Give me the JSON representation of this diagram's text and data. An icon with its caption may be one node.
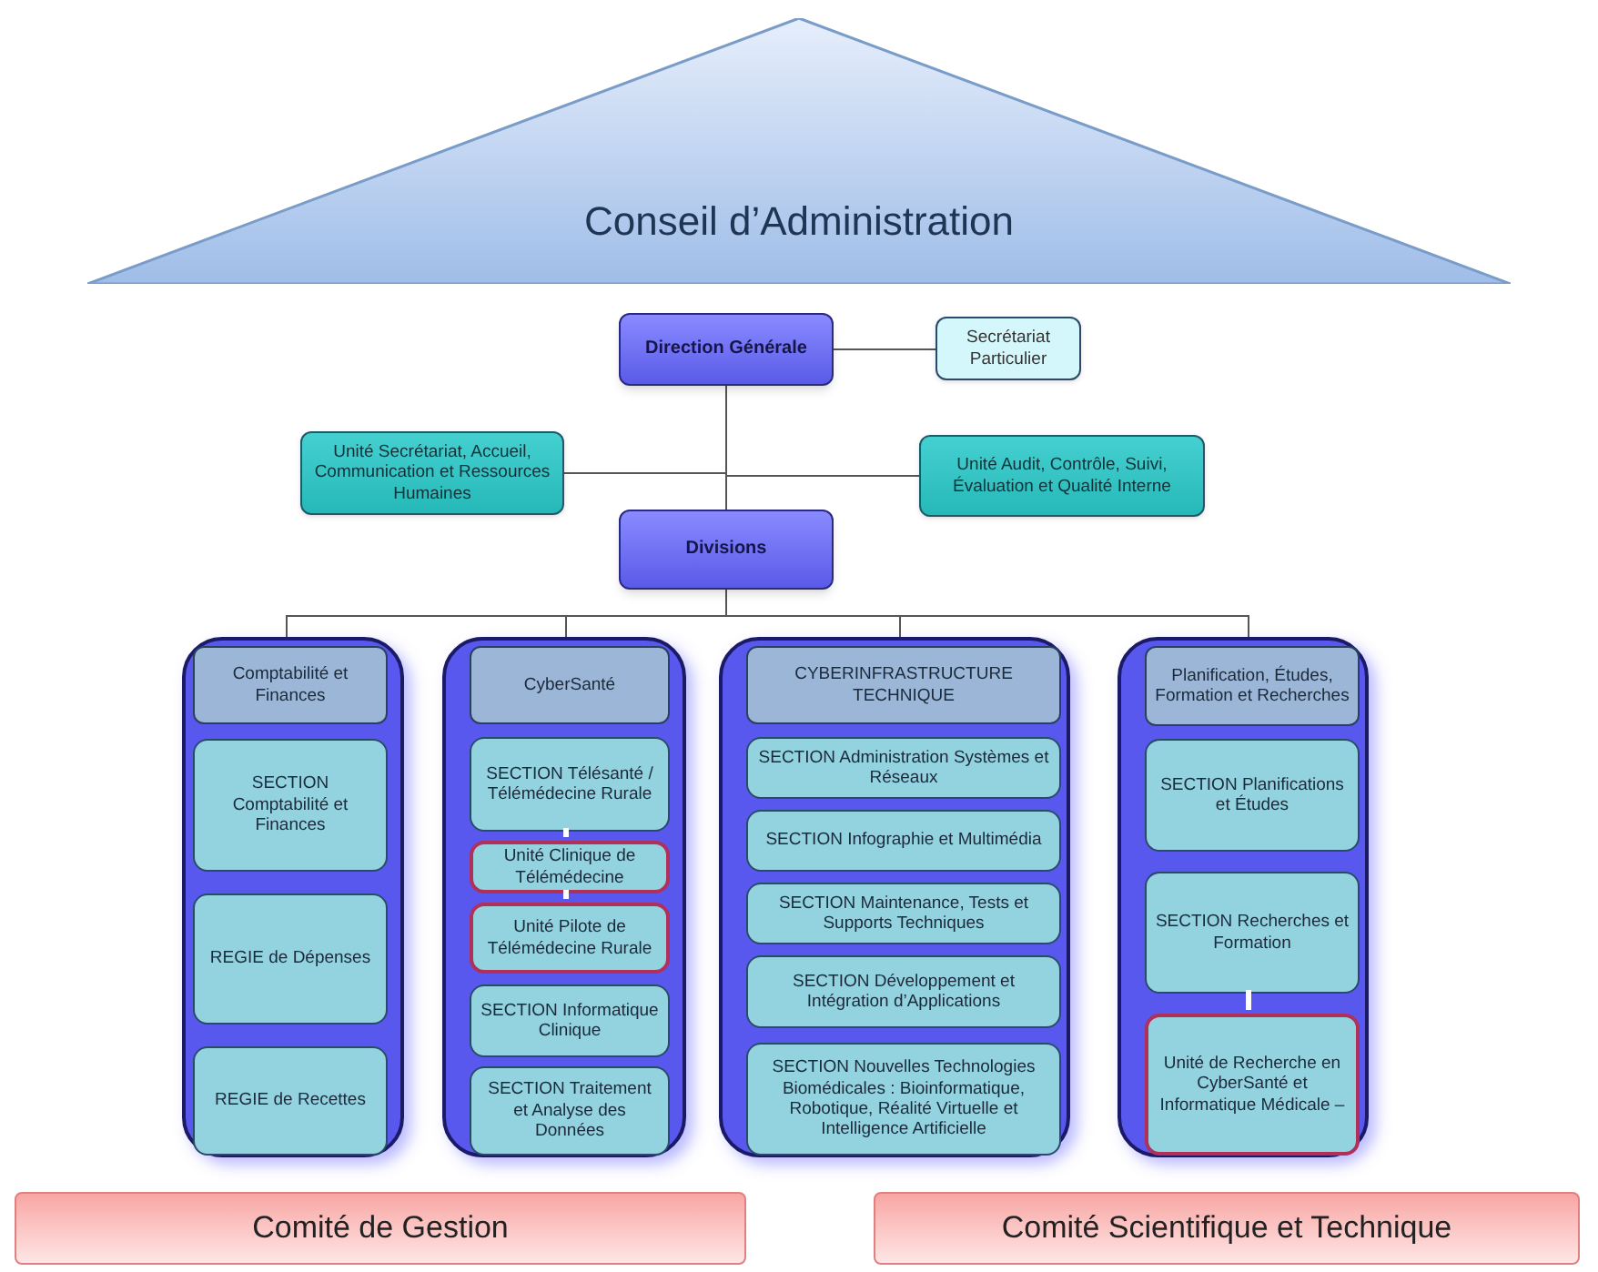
{
  "diagram": {
    "nodes": [
      {
        "text": [
          "Conseil d’Administration"
        ]
      },
      {
        "text": [
          "Direction Générale"
        ]
      },
      {
        "text": [
          "Secrétariat Particulier"
        ]
      },
      {
        "text": [
          "Unité Secrétariat, Accueil, Communication et Ressources Humaines"
        ]
      },
      {
        "text": [
          "Unité Audit, Contrôle, Suivi, Évaluation et Qualité Interne"
        ]
      },
      {
        "text": [
          "Divisions"
        ]
      },
      {
        "text": [],
        "shape": "box"
      },
      {
        "text": [
          "Comptabilité et Finances"
        ],
        "in": 6
      },
      {
        "text": [
          "SECTION Comptabilité et Finances"
        ],
        "in": 6
      },
      {
        "text": [
          "REGIE de Dépenses"
        ],
        "in": 6
      },
      {
        "text": [
          "REGIE de Recettes"
        ],
        "in": 6
      },
      {
        "text": [],
        "shape": "box"
      },
      {
        "text": [
          "CyberSanté"
        ],
        "in": 11
      },
      {
        "text": [
          "SECTION Télésanté / Télémédecine Rurale"
        ],
        "in": 11
      },
      {
        "text": [
          "Unité Clinique de Télémédecine"
        ],
        "in": 11
      },
      {
        "text": [
          "Unité Pilote de Télémédecine Rurale"
        ],
        "in": 11
      },
      {
        "text": [
          "SECTION Informatique Clinique"
        ],
        "in": 11
      },
      {
        "text": [
          "SECTION Traitement et Analyse des Données"
        ],
        "in": 11
      },
      {
        "text": [],
        "shape": "box"
      },
      {
        "text": [
          "CYBERINFRASTRUCTURE TECHNIQUE"
        ],
        "in": 18
      },
      {
        "text": [
          "SECTION Administration Systèmes et Réseaux"
        ],
        "in": 18
      },
      {
        "text": [
          "SECTION Infographie et Multimédia"
        ],
        "in": 18
      },
      {
        "text": [
          "SECTION Maintenance, Tests et Supports Techniques"
        ],
        "in": 18
      },
      {
        "text": [
          "SECTION Développement et Intégration d’Applications"
        ],
        "in": 18
      },
      {
        "text": [
          "SECTION Nouvelles Technologies Biomédicales : Bioinformatique, Robotique, Réalité Virtuelle et Intelligence Artificielle"
        ],
        "in": 18
      },
      {
        "text": [],
        "shape": "box"
      },
      {
        "text": [
          "Planification, Études, Formation et Recherches"
        ],
        "in": 25
      },
      {
        "text": [
          "SECTION Planifications et Études"
        ],
        "in": 25
      },
      {
        "text": [
          "SECTION Recherches et Formation"
        ],
        "in": 25
      },
      {
        "text": [
          "Unité de Recherche en CyberSanté et Informatique Médicale –"
        ],
        "in": 25
      },
      {
        "text": [
          "Comité de Gestion"
        ]
      },
      {
        "text": [
          "Comité Scientifique et Technique"
        ]
      }
    ],
    "edges": [
      {
        "from": 1,
        "to": 2,
        "arrow": "none"
      },
      {
        "from": 1,
        "to": 5,
        "arrow": "none"
      },
      {
        "from": 1,
        "to": 3,
        "arrow": "none"
      },
      {
        "from": 1,
        "to": 4,
        "arrow": "none"
      },
      {
        "from": 5,
        "to": 7,
        "arrow": "none"
      },
      {
        "from": 5,
        "to": 12,
        "arrow": "none"
      },
      {
        "from": 5,
        "to": 19,
        "arrow": "none"
      },
      {
        "from": 5,
        "to": 26,
        "arrow": "none"
      },
      {
        "from": 13,
        "to": 14,
        "arrow": "none",
        "style": "thick",
        "color": "#ffffff"
      },
      {
        "from": 14,
        "to": 15,
        "arrow": "none",
        "style": "thick",
        "color": "#ffffff"
      },
      {
        "from": 28,
        "to": 29,
        "arrow": "none",
        "style": "thick",
        "color": "#ffffff"
      }
    ]
  }
}
